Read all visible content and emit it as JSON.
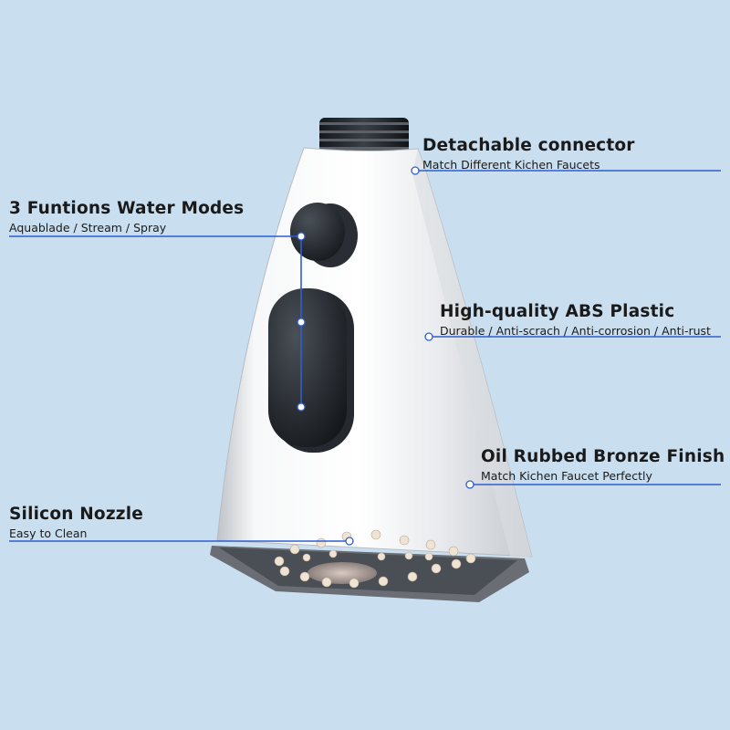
{
  "callouts": {
    "connector": {
      "title": "Detachable connector",
      "subtitle": "Match Different Kichen Faucets"
    },
    "modes": {
      "title": "3 Funtions Water Modes",
      "subtitle": "Aquablade / Stream / Spray"
    },
    "abs": {
      "title": "High-quality ABS Plastic",
      "subtitle": "Durable / Anti-scrach / Anti-corrosion / Anti-rust"
    },
    "bronze": {
      "title": "Oil Rubbed Bronze Finish",
      "subtitle": "Match Kichen Faucet Perfectly"
    },
    "nozzle": {
      "title": "Silicon Nozzle",
      "subtitle": "Easy to Clean"
    }
  },
  "colors": {
    "background": "#c9dff0",
    "leader_line": "#2f5fd0",
    "button_dark": "#1c1f24",
    "body_light": "#f4f5f6"
  }
}
